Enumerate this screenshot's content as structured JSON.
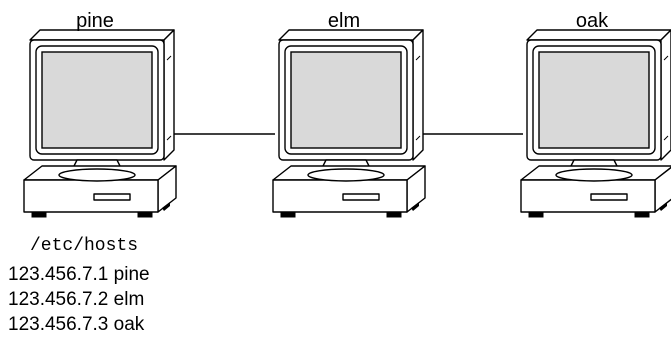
{
  "hosts": [
    {
      "name": "pine"
    },
    {
      "name": "elm"
    },
    {
      "name": "oak"
    }
  ],
  "hosts_file": {
    "title": "/etc/hosts",
    "entries": [
      "123.456.7.1 pine",
      "123.456.7.2 elm",
      "123.456.7.3 oak"
    ]
  },
  "colors": {
    "screen": "#d9d9d9",
    "outline": "#000000",
    "casing": "#ffffff"
  }
}
